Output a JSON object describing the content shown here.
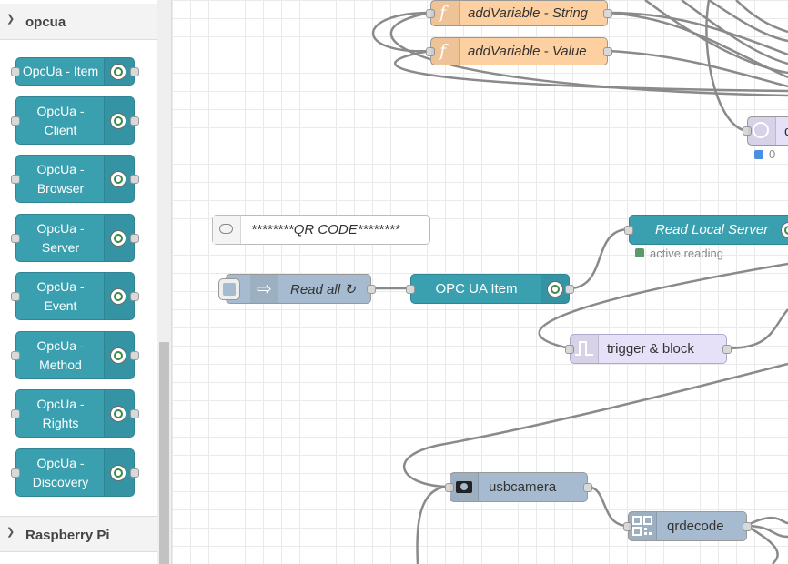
{
  "palette": {
    "categories": [
      {
        "label": "opcua"
      },
      {
        "label": "Raspberry Pi"
      }
    ],
    "nodes": [
      {
        "label": "OpcUa - Item"
      },
      {
        "label": "OpcUa -\nClient"
      },
      {
        "label": "OpcUa -\nBrowser"
      },
      {
        "label": "OpcUa -\nServer"
      },
      {
        "label": "OpcUa -\nEvent"
      },
      {
        "label": "OpcUa -\nMethod"
      },
      {
        "label": "OpcUa -\nRights"
      },
      {
        "label": "OpcUa -\nDiscovery"
      }
    ]
  },
  "workspace": {
    "nodes": {
      "add_string": {
        "label": "addVariable - String"
      },
      "add_value": {
        "label": "addVariable - Value"
      },
      "delay_partial": {
        "label": "d",
        "status": "0"
      },
      "comment": {
        "label": "********QR CODE********"
      },
      "inject": {
        "label": "Read all ↻"
      },
      "opc_item": {
        "label": "OPC UA Item"
      },
      "read_server": {
        "label": "Read Local Server",
        "status": "active reading"
      },
      "trigger": {
        "label": "trigger & block"
      },
      "usbcamera": {
        "label": "usbcamera"
      },
      "qrdecode": {
        "label": "qrdecode"
      }
    }
  },
  "colors": {
    "opcua_node": "#3aa0b0",
    "function_node": "#fdd0a2",
    "inject_node": "#a6bbcf",
    "trigger_node": "#e6e0f8",
    "status_green": "#5a9a6a",
    "status_blue": "#4a90e2",
    "wire": "#888888"
  }
}
